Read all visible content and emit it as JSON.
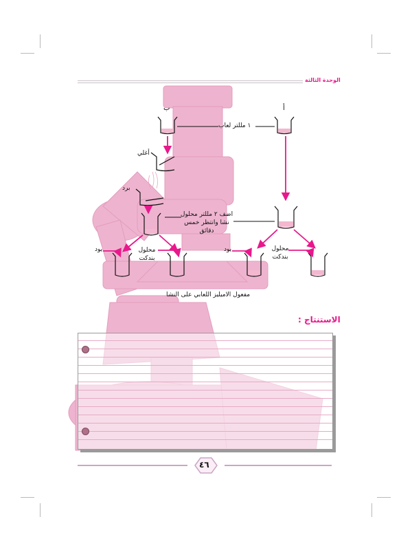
{
  "page": {
    "unit_title": "الوحدة الثالثة",
    "page_number": "٤٦"
  },
  "colors": {
    "accent": "#e8188c",
    "watermark": "#e9a9c6",
    "liquid": "#f3b7cf"
  },
  "diagram": {
    "caption": "مفعول الاميليز اللعابي على النشا",
    "label_a": "أ",
    "label_b": "ب",
    "saliva": "١ مللتر لعاب",
    "boil": "أغلي",
    "cool": "برد",
    "add_starch": "اضف ٢ مللتر محلول نشا وانتظر خمس دقائق",
    "iodine": "يود",
    "benedict": "محلول بندكت"
  },
  "conclusion": {
    "heading": "الاستنتاج :"
  }
}
